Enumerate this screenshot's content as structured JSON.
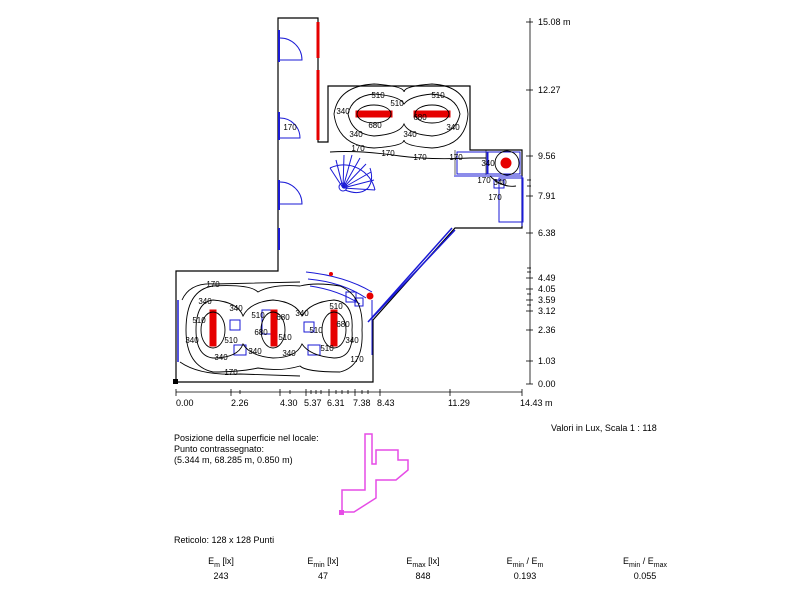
{
  "x_ticks": [
    "0.00",
    "2.26",
    "4.30",
    "5.37",
    "6.31",
    "7.38",
    "8.43",
    "11.29",
    "14.43 m"
  ],
  "y_ticks": [
    "15.08 m",
    "12.27",
    "9.56",
    "7.91",
    "6.38",
    "4.49",
    "4.05",
    "3.59",
    "3.12",
    "2.36",
    "1.03",
    "0.00"
  ],
  "contour_labels": [
    "510",
    "510",
    "510",
    "340",
    "680",
    "680",
    "340",
    "340",
    "340",
    "170",
    "170",
    "170",
    "170",
    "340",
    "170",
    "170",
    "170",
    "340",
    "340",
    "510",
    "340",
    "510",
    "680",
    "510",
    "510",
    "680",
    "510",
    "680",
    "510",
    "340",
    "340",
    "340",
    "510",
    "170",
    "340",
    "340",
    "170",
    "170",
    "340"
  ],
  "scale_note": "Valori in Lux, Scala 1 : 118",
  "position": {
    "heading": "Posizione della superficie nel locale:",
    "marked": "Punto contrassegnato:",
    "coords": "(5.344 m, 68.285 m, 0.850 m)"
  },
  "grid": "Reticolo: 128 x 128 Punti",
  "stats": [
    {
      "main": "E",
      "sub": "m",
      "unit": " [lx]",
      "value": "243"
    },
    {
      "main": "E",
      "sub": "min",
      "unit": " [lx]",
      "value": "47"
    },
    {
      "main": "E",
      "sub": "max",
      "unit": " [lx]",
      "value": "848"
    },
    {
      "main": "E",
      "sub": "min",
      "unit": " / E",
      "sub2": "m",
      "value": "0.193"
    },
    {
      "main": "E",
      "sub": "min",
      "unit": " / E",
      "sub2": "max",
      "value": "0.055"
    }
  ],
  "colors": {
    "walls": "#000000",
    "furniture": "#1a1ad6",
    "luminaire": "#e60000",
    "minimap": "#e64ce6"
  }
}
